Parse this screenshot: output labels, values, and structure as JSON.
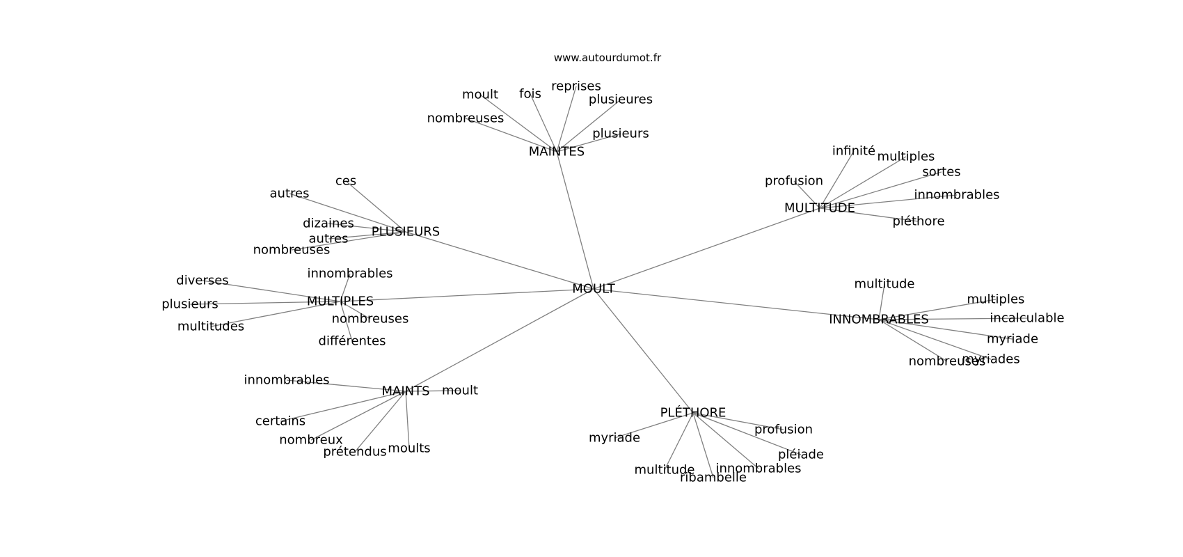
{
  "watermark": "www.autourdumot.fr",
  "graph": {
    "center": "MOULT",
    "clusters": [
      {
        "id": "maintes",
        "label": "MAINTES",
        "words": [
          "moult",
          "fois",
          "reprises",
          "plusieures",
          "nombreuses",
          "plusieurs"
        ]
      },
      {
        "id": "multitude",
        "label": "MULTITUDE",
        "words": [
          "infinité",
          "multiples",
          "sortes",
          "profusion",
          "innombrables",
          "pléthore"
        ]
      },
      {
        "id": "plusieurs",
        "label": "PLUSIEURS",
        "words": [
          "ces",
          "autres",
          "dizaines",
          "autres",
          "nombreuses"
        ]
      },
      {
        "id": "multiples",
        "label": "MULTIPLES",
        "words": [
          "innombrables",
          "diverses",
          "plusieurs",
          "multitudes",
          "nombreuses",
          "différentes"
        ]
      },
      {
        "id": "innombrables",
        "label": "INNOMBRABLES",
        "words": [
          "multitude",
          "multiples",
          "incalculable",
          "myriade",
          "myriades",
          "nombreuses"
        ]
      },
      {
        "id": "maints",
        "label": "MAINTS",
        "words": [
          "innombrables",
          "moult",
          "certains",
          "nombreux",
          "prétendus",
          "moults"
        ]
      },
      {
        "id": "plethore",
        "label": "PLÉTHORE",
        "words": [
          "myriade",
          "profusion",
          "pléiade",
          "multitude",
          "ribambelle",
          "innombrables"
        ]
      }
    ]
  }
}
